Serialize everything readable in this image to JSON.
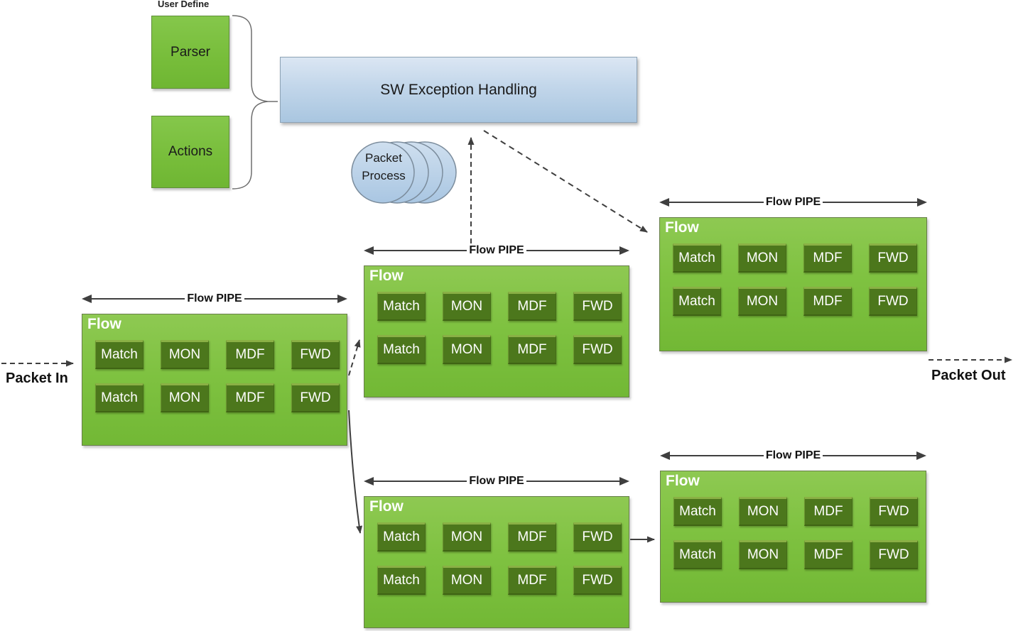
{
  "diagram": {
    "user_define_label": "User Define",
    "parser_label": "Parser",
    "actions_label": "Actions",
    "sw_exception_label": "SW Exception Handling",
    "packet_process_line1": "Packet",
    "packet_process_line2": "Process",
    "packet_in_label": "Packet In",
    "packet_out_label": "Packet Out",
    "flow_pipe_label": "Flow PIPE",
    "flow_label": "Flow",
    "stage_labels": [
      "Match",
      "MON",
      "MDF",
      "FWD"
    ],
    "colors": {
      "pipe_green": "#7FC241",
      "stage_dark_green": "#4C771C",
      "exception_blue": "#C2D6EA",
      "process_blue": "#B6CEE8",
      "arrow_gray": "#3F3F3F"
    }
  }
}
